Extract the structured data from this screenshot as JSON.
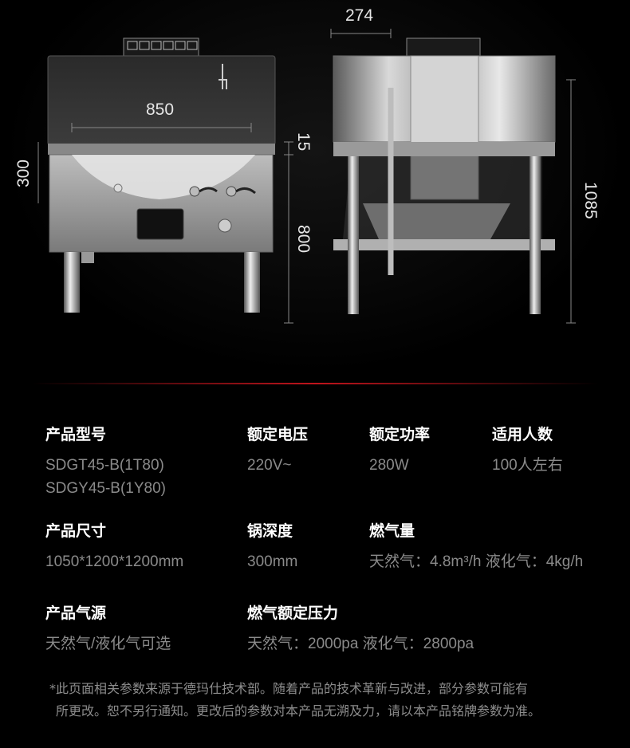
{
  "dimensions": {
    "width": "850",
    "depth_top": "274",
    "pot_depth": "300",
    "rim": "15",
    "body_height": "800",
    "total_height": "1085"
  },
  "specs": [
    {
      "label": "产品型号",
      "values": [
        "SDGT45-B(1T80)",
        "SDGY45-B(1Y80)"
      ]
    },
    {
      "label": "额定电压",
      "values": [
        "220V~"
      ]
    },
    {
      "label": "额定功率",
      "values": [
        "280W"
      ]
    },
    {
      "label": "适用人数",
      "values": [
        "100人左右"
      ]
    },
    {
      "label": "产品尺寸",
      "values": [
        "1050*1200*1200mm"
      ]
    },
    {
      "label": "锅深度",
      "values": [
        "300mm"
      ]
    },
    {
      "label": "燃气量",
      "values": [
        "天然气：4.8m³/h 液化气：4kg/h"
      ]
    },
    {
      "label": "产品气源",
      "values": [
        "天然气/液化气可选"
      ]
    },
    {
      "label": "燃气额定压力",
      "values": [
        "天然气：2000pa 液化气：2800pa"
      ]
    }
  ],
  "note": {
    "line1": "*此页面相关参数来源于德玛仕技术部。随着产品的技术革新与改进，部分参数可能有",
    "line2": "所更改。恕不另行通知。更改后的参数对本产品无溯及力，请以本产品铭牌参数为准。"
  },
  "colors": {
    "accent": "#c0141c",
    "label": "#ffffff",
    "value": "#8a8a8a",
    "background": "#000000"
  }
}
